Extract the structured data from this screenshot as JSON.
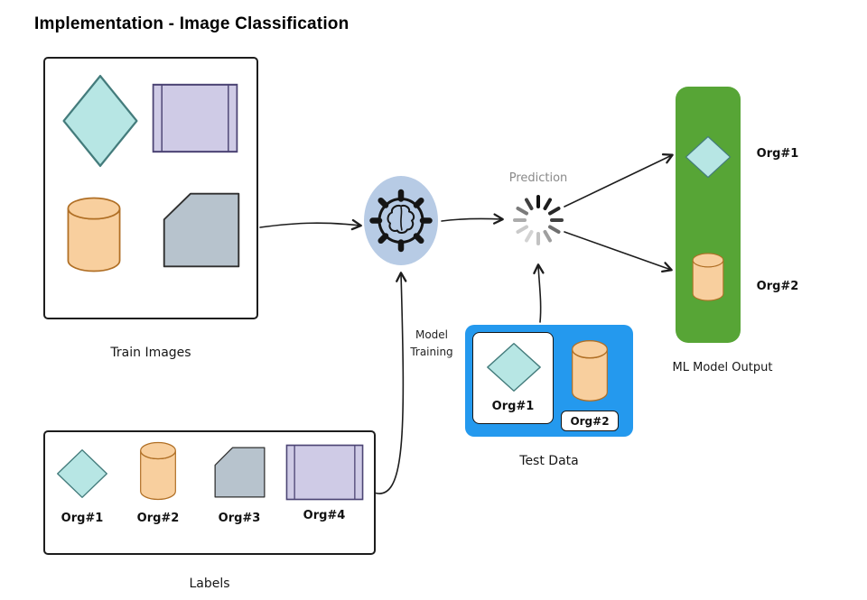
{
  "title": "Implementation - Image Classification",
  "train_images": {
    "caption": "Train Images"
  },
  "labels_panel": {
    "caption": "Labels",
    "items": [
      {
        "label": "Org#1",
        "shape": "diamond"
      },
      {
        "label": "Org#2",
        "shape": "cylinder"
      },
      {
        "label": "Org#3",
        "shape": "polygon"
      },
      {
        "label": "Org#4",
        "shape": "rectangle"
      }
    ]
  },
  "model_training": {
    "caption": "Model Training",
    "icon": "gear-brain-icon"
  },
  "prediction": {
    "caption": "Prediction",
    "icon": "loading-spinner-icon"
  },
  "test_data": {
    "caption": "Test Data",
    "items": [
      {
        "label": "Org#1",
        "shape": "diamond"
      },
      {
        "label": "Org#2",
        "shape": "cylinder"
      }
    ]
  },
  "ml_model_output": {
    "caption": "ML Model Output",
    "items": [
      {
        "label": "Org#1",
        "shape": "diamond"
      },
      {
        "label": "Org#2",
        "shape": "cylinder"
      }
    ]
  },
  "colors": {
    "diamond_fill": "#b7e6e4",
    "cylinder_fill": "#f8cf9e",
    "polygon_fill": "#b7c3cd",
    "rectangle_fill": "#cfcbe6",
    "test_data_bg": "#2499ee",
    "ml_output_bg": "#57a536",
    "model_training_bg": "#b7cbe5",
    "prediction_text": "#8a8a8a",
    "stroke": "#1d1d1d"
  }
}
